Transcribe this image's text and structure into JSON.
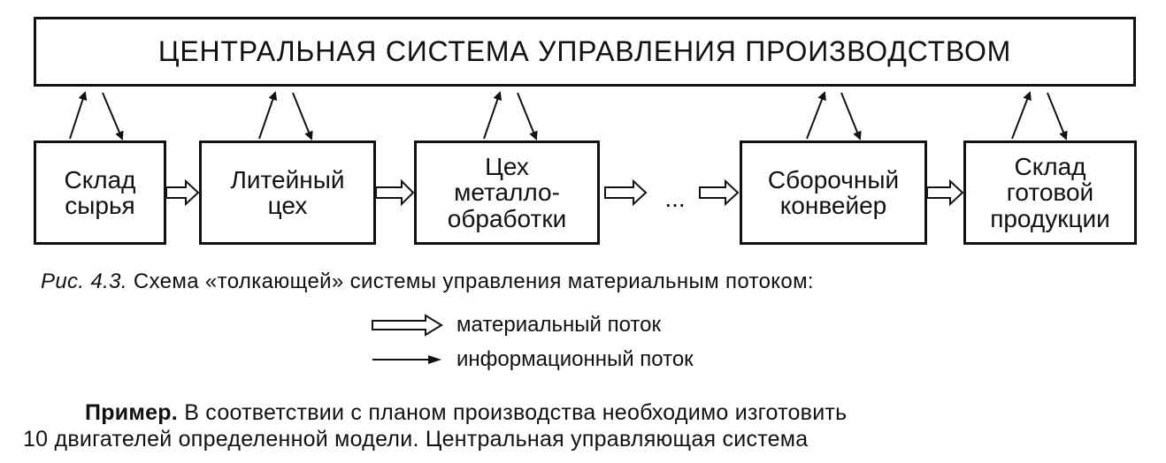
{
  "central_system": {
    "label": "ЦЕНТРАЛЬНАЯ СИСТЕМА УПРАВЛЕНИЯ ПРОИЗВОДСТВОМ"
  },
  "stages": [
    {
      "label": "Склад\nсырья"
    },
    {
      "label": "Литейный\nцех"
    },
    {
      "label": "Цех\nметалло-\nобработки"
    },
    {
      "label": "Сборочный\nконвейер"
    },
    {
      "label": "Склад\nготовой\nпродукции"
    }
  ],
  "gap_label": "...",
  "caption": {
    "label": "Рис. 4.3.",
    "text": "Схема «толкающей» системы управления материальным потоком:"
  },
  "legend": {
    "material_flow": "материальный поток",
    "information_flow": "информационный поток"
  },
  "paragraph": {
    "lead": "Пример.",
    "line1_rest": "В соответствии с планом производства необходимо изготовить",
    "line2": "10 двигателей определенной модели. Центральная управляющая система"
  },
  "colors": {
    "ink": "#111111",
    "background": "#ffffff"
  }
}
